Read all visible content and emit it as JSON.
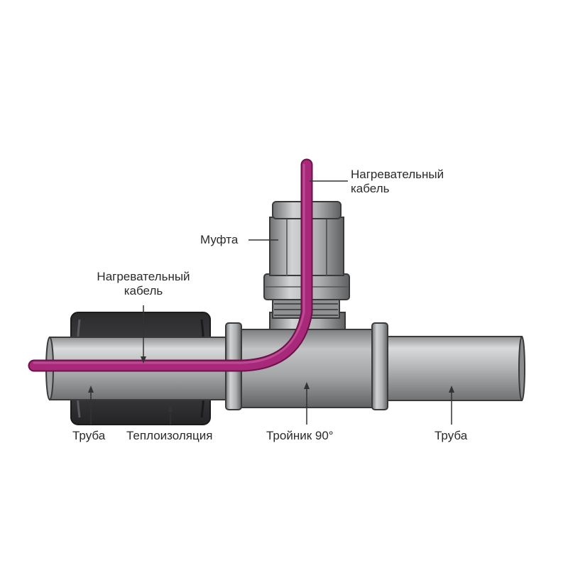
{
  "labels": {
    "cable_top_line1": "Нагревательный",
    "cable_top_line2": "кабель",
    "coupling": "Муфта",
    "cable_left_line1": "Нагревательный",
    "cable_left_line2": "кабель",
    "pipe_left": "Труба",
    "insulation": "Теплоизоляция",
    "tee": "Тройник 90°",
    "pipe_right": "Труба"
  },
  "colors": {
    "cable": "#a8287a",
    "pipe_metal": "#a9abad",
    "insulation": "#3b3b3d",
    "leader_line": "#333333"
  }
}
